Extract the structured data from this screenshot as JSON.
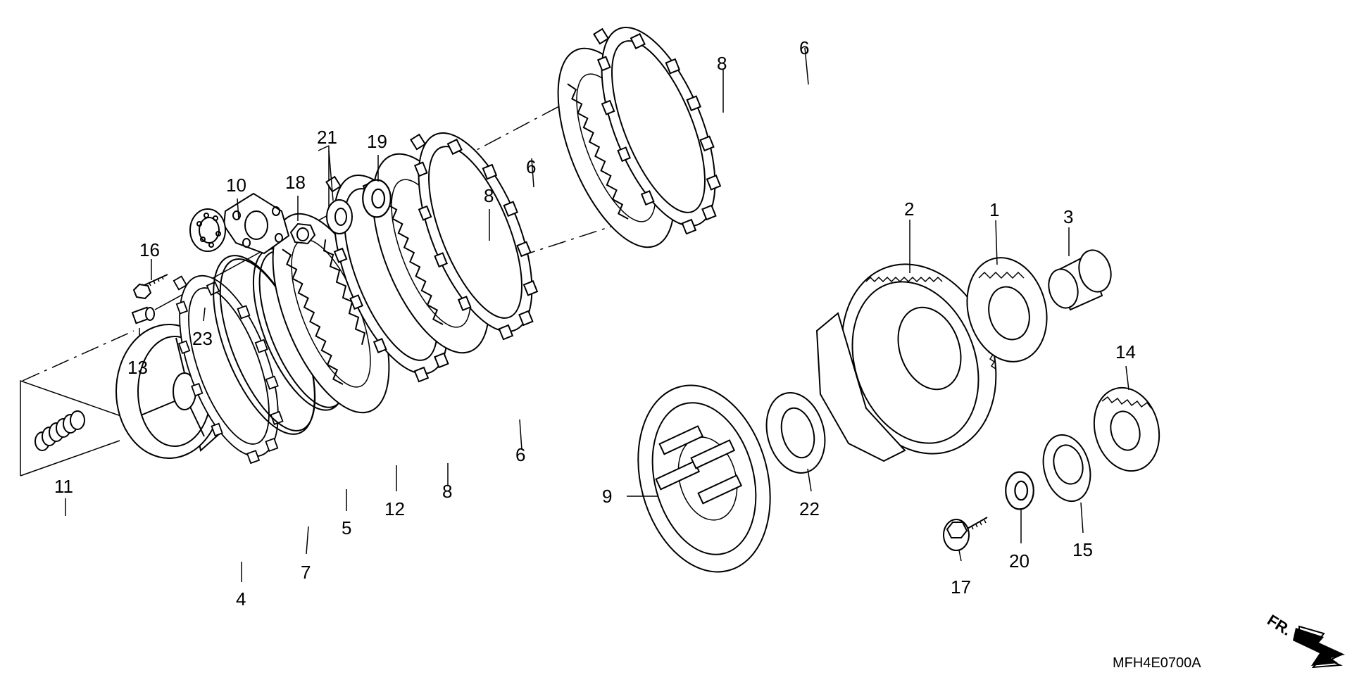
{
  "diagram": {
    "code": "MFH4E0700A",
    "front_marker": "FR.",
    "parts": [
      {
        "key": "p1",
        "number": "1",
        "icon": "sprocket-icon"
      },
      {
        "key": "p2",
        "number": "2",
        "icon": "clutch-outer-icon"
      },
      {
        "key": "p3",
        "number": "3",
        "icon": "collar-icon"
      },
      {
        "key": "p4",
        "number": "4",
        "icon": "clutch-center-icon"
      },
      {
        "key": "p5",
        "number": "5",
        "icon": "spring-seat-icon"
      },
      {
        "key": "p6a",
        "number": "6",
        "icon": "friction-disk-icon"
      },
      {
        "key": "p6b",
        "number": "6",
        "icon": "friction-disk-icon"
      },
      {
        "key": "p6c",
        "number": "6",
        "icon": "friction-disk-icon"
      },
      {
        "key": "p7",
        "number": "7",
        "icon": "friction-disk-icon"
      },
      {
        "key": "p8a",
        "number": "8",
        "icon": "clutch-plate-icon"
      },
      {
        "key": "p8b",
        "number": "8",
        "icon": "clutch-plate-icon"
      },
      {
        "key": "p8c",
        "number": "8",
        "icon": "clutch-plate-icon"
      },
      {
        "key": "p9",
        "number": "9",
        "icon": "pressure-plate-icon"
      },
      {
        "key": "p10",
        "number": "10",
        "icon": "lifter-plate-icon"
      },
      {
        "key": "p11",
        "number": "11",
        "icon": "coil-spring-icon"
      },
      {
        "key": "p12",
        "number": "12",
        "icon": "judder-spring-icon"
      },
      {
        "key": "p13",
        "number": "13",
        "icon": "bolt-icon"
      },
      {
        "key": "p14",
        "number": "14",
        "icon": "gear-icon"
      },
      {
        "key": "p15",
        "number": "15",
        "icon": "gear-hub-icon"
      },
      {
        "key": "p16",
        "number": "16",
        "icon": "screw-icon"
      },
      {
        "key": "p17",
        "number": "17",
        "icon": "flange-bolt-icon"
      },
      {
        "key": "p18",
        "number": "18",
        "icon": "nut-icon"
      },
      {
        "key": "p19",
        "number": "19",
        "icon": "washer-icon"
      },
      {
        "key": "p20",
        "number": "20",
        "icon": "washer-icon"
      },
      {
        "key": "p21",
        "number": "21",
        "icon": "washer-icon"
      },
      {
        "key": "p22",
        "number": "22",
        "icon": "thrust-washer-icon"
      },
      {
        "key": "p23",
        "number": "23",
        "icon": "bearing-icon"
      }
    ]
  }
}
